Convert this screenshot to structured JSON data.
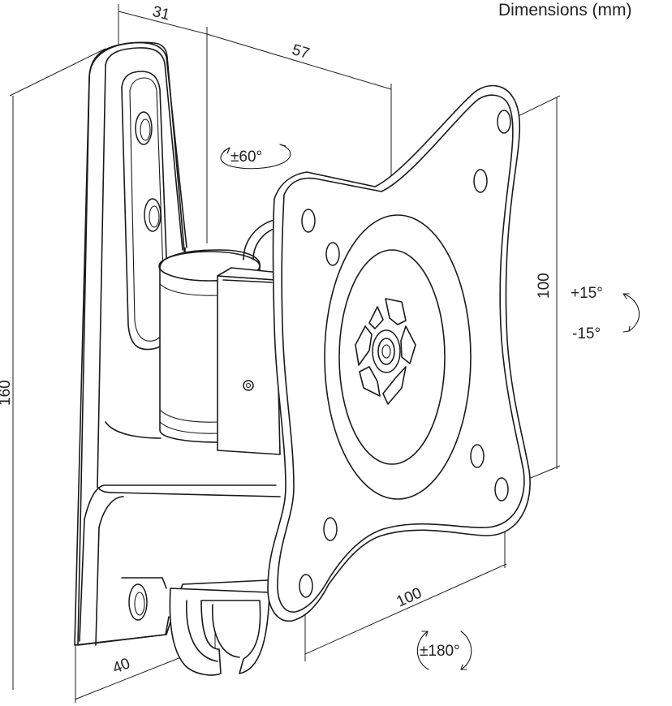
{
  "title": "Dimensions (mm)",
  "dimensions": {
    "depth_offset": "31",
    "depth": "57",
    "height": "160",
    "base_width": "40",
    "vesa_vertical": "100",
    "vesa_horizontal": "100"
  },
  "rotations": {
    "swivel": "±60°",
    "tilt_up": "+15°",
    "tilt_down": "-15°",
    "rotate": "±180°"
  },
  "colors": {
    "line": "#1a1a1a",
    "background": "#ffffff"
  }
}
